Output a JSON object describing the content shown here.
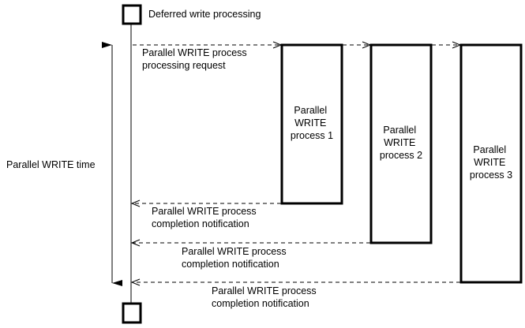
{
  "diagram": {
    "start_label": "Deferred write processing",
    "time_label": "Parallel WRITE time",
    "request": {
      "line1": "Parallel WRITE process",
      "line2": "processing request"
    },
    "processes": [
      {
        "line1": "Parallel",
        "line2": "WRITE",
        "line3": "process 1"
      },
      {
        "line1": "Parallel",
        "line2": "WRITE",
        "line3": "process 2"
      },
      {
        "line1": "Parallel",
        "line2": "WRITE",
        "line3": "process 3"
      }
    ],
    "notifications": [
      {
        "line1": "Parallel WRITE process",
        "line2": "completion notification"
      },
      {
        "line1": "Parallel WRITE process",
        "line2": "completion notification"
      },
      {
        "line1": "Parallel WRITE process",
        "line2": "completion notification"
      }
    ]
  }
}
